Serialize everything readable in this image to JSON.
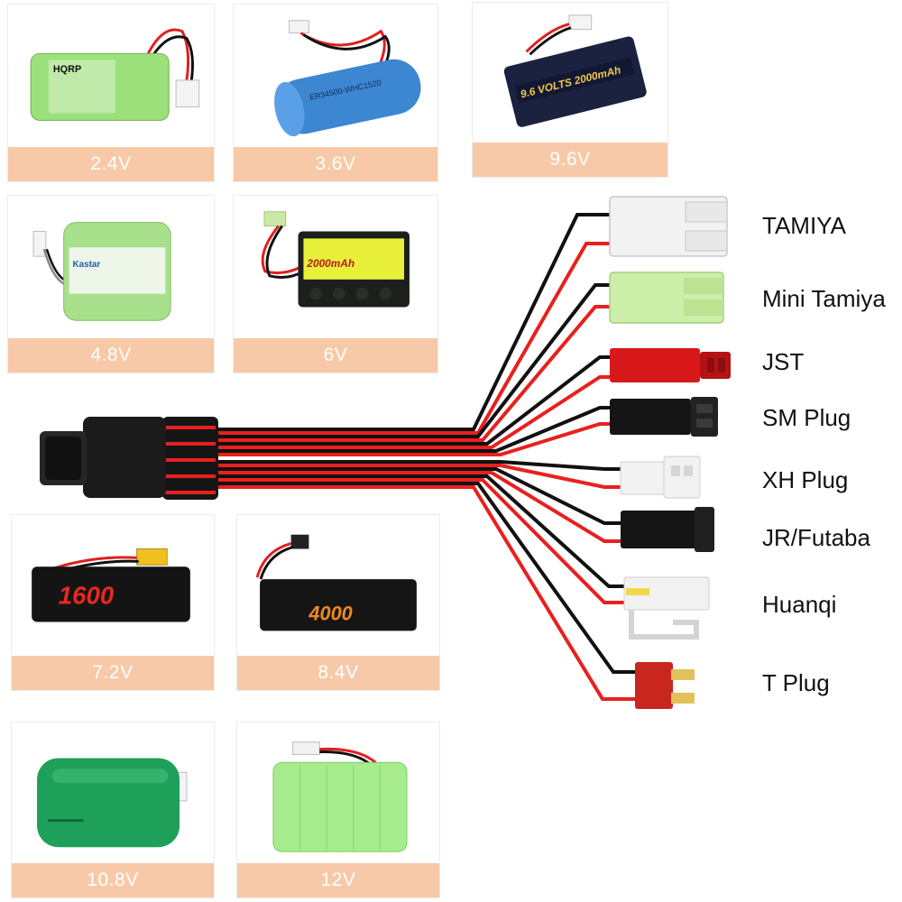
{
  "batteries": [
    {
      "voltage": "2.4V",
      "body_text": "HQRP",
      "color": "#9be07a"
    },
    {
      "voltage": "3.6V",
      "body_text": "ER34500-WHC1520",
      "color": "#3d86d1"
    },
    {
      "voltage": "9.6V",
      "body_text": "9.6 VOLTS 2000mAh",
      "color": "#1a2240"
    },
    {
      "voltage": "4.8V",
      "body_text": "Kastar",
      "color": "#a8e08c"
    },
    {
      "voltage": "6V",
      "body_text": "2000mAh",
      "color": "#1c1f1c"
    },
    {
      "voltage": "7.2V",
      "body_text": "1600",
      "color": "#141414"
    },
    {
      "voltage": "8.4V",
      "body_text": "4000",
      "color": "#151515"
    },
    {
      "voltage": "10.8V",
      "body_text": "",
      "color": "#1fa05a"
    },
    {
      "voltage": "12V",
      "body_text": "",
      "color": "#a6ec8d"
    }
  ],
  "plugs": [
    {
      "name": "TAMIYA",
      "icon": "tamiya-connector-icon",
      "color": "#f2f2f2"
    },
    {
      "name": "Mini Tamiya",
      "icon": "mini-tamiya-connector-icon",
      "color": "#cdeea8"
    },
    {
      "name": "JST",
      "icon": "jst-connector-icon",
      "color": "#d8191b"
    },
    {
      "name": "SM Plug",
      "icon": "sm-plug-connector-icon",
      "color": "#151515"
    },
    {
      "name": "XH Plug",
      "icon": "xh-plug-connector-icon",
      "color": "#f2f2f2"
    },
    {
      "name": "JR/Futaba",
      "icon": "jr-futaba-connector-icon",
      "color": "#151515"
    },
    {
      "name": "Huanqi",
      "icon": "huanqi-connector-icon",
      "color": "#f2f2f2"
    },
    {
      "name": "T Plug",
      "icon": "t-plug-connector-icon",
      "color": "#c8261e"
    }
  ],
  "colors": {
    "wire_red": "#e8201f",
    "wire_black": "#111111",
    "label_bg": "#f8c9a8",
    "card_border": "#ececec"
  }
}
